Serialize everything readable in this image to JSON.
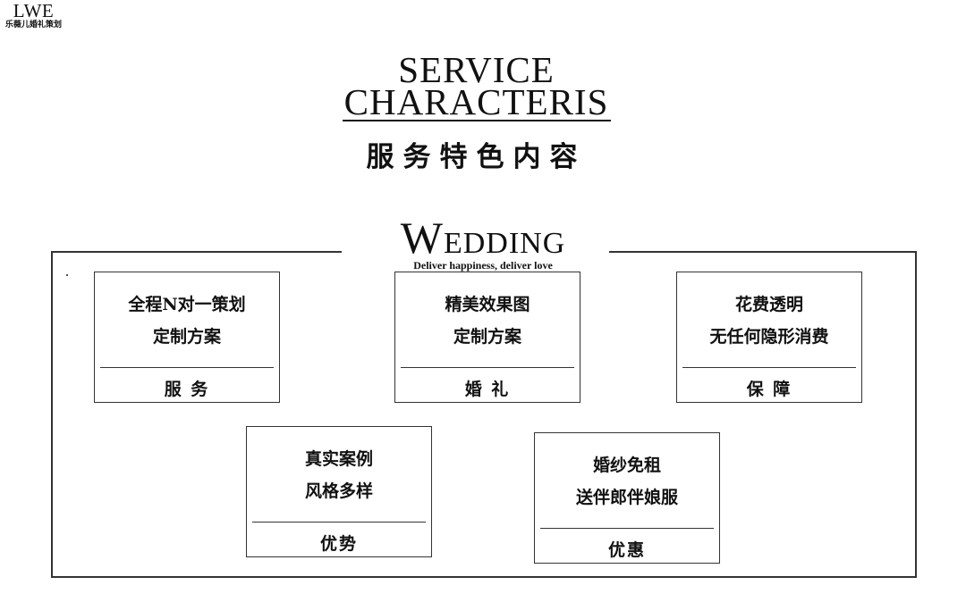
{
  "logo": {
    "main": "LWE",
    "sub": "乐薇儿婚礼策划"
  },
  "heading": {
    "line1": "SERVICE",
    "line2": "CHARACTERIS",
    "subtitle": "服务特色内容"
  },
  "wedding": {
    "first_letter": "W",
    "rest": "EDDING",
    "tagline": "Deliver happiness, deliver love"
  },
  "cards": [
    {
      "lines": [
        "全程N对一策划",
        "定制方案"
      ],
      "footer": "服 务"
    },
    {
      "lines": [
        "精美效果图",
        "定制方案"
      ],
      "footer": "婚 礼"
    },
    {
      "lines": [
        "花费透明",
        "无任何隐形消费"
      ],
      "footer": "保 障"
    },
    {
      "lines": [
        "真实案例",
        "风格多样"
      ],
      "footer": "优势"
    },
    {
      "lines": [
        "婚纱免租",
        "送伴郎伴娘服"
      ],
      "footer": "优惠"
    }
  ]
}
